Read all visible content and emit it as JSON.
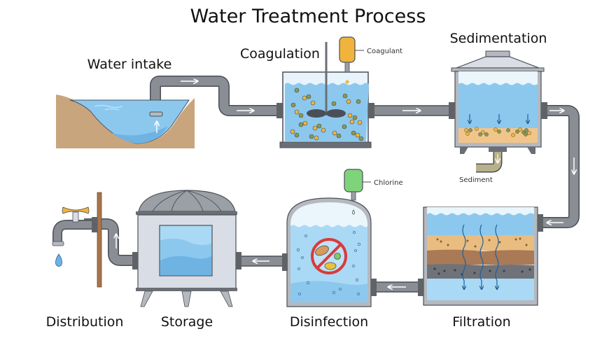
{
  "title": "Water Treatment Process",
  "stages": {
    "intake": {
      "label": "Water intake"
    },
    "coagulation": {
      "label": "Coagulation",
      "additive": "Coagulant"
    },
    "sedimentation": {
      "label": "Sedimentation",
      "output": "Sediment"
    },
    "filtration": {
      "label": "Filtration"
    },
    "disinfection": {
      "label": "Disinfection",
      "additive": "Chlorine"
    },
    "storage": {
      "label": "Storage"
    },
    "distribution": {
      "label": "Distribution"
    }
  },
  "flow_order": [
    "Water intake",
    "Coagulation",
    "Sedimentation",
    "Filtration",
    "Disinfection",
    "Storage",
    "Distribution"
  ],
  "colors": {
    "water": "#8cc8ee",
    "water_dark": "#6fb3e3",
    "pipe": "#8a8e94",
    "pipe_dark": "#5f6368",
    "soil": "#c9a57e",
    "coagulant": "#f0b43c",
    "chlorine": "#7fd37a",
    "sediment": "#f1c58a",
    "tank": "#d9dee6"
  }
}
